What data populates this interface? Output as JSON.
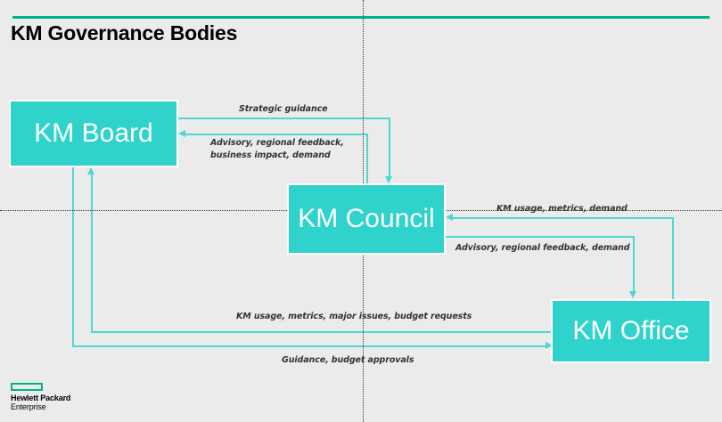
{
  "slide": {
    "title": "KM Governance Bodies",
    "background_color": "#ebebeb",
    "accent_green": "#00b388",
    "node_color": "#2fd3cc",
    "connector_color": "#4dd8d0"
  },
  "nodes": [
    {
      "id": "board",
      "label": "KM Board"
    },
    {
      "id": "council",
      "label": "KM Council"
    },
    {
      "id": "office",
      "label": "KM Office"
    }
  ],
  "edges": [
    {
      "id": "board-to-council",
      "from": "KM Board",
      "to": "KM Council",
      "label": "Strategic guidance"
    },
    {
      "id": "council-to-board",
      "from": "KM Council",
      "to": "KM Board",
      "label_line1": "Advisory, regional feedback,",
      "label_line2": "business impact, demand"
    },
    {
      "id": "office-to-council",
      "from": "KM Office",
      "to": "KM Council",
      "label": "KM usage, metrics, demand"
    },
    {
      "id": "council-to-office",
      "from": "KM Council",
      "to": "KM Office",
      "label": "Advisory, regional feedback, demand"
    },
    {
      "id": "office-to-board",
      "from": "KM Office",
      "to": "KM Board",
      "label": "KM usage, metrics, major issues, budget requests"
    },
    {
      "id": "board-to-office",
      "from": "KM Board",
      "to": "KM Office",
      "label": "Guidance, budget approvals"
    }
  ],
  "logo": {
    "line1": "Hewlett Packard",
    "line2": "Enterprise"
  }
}
